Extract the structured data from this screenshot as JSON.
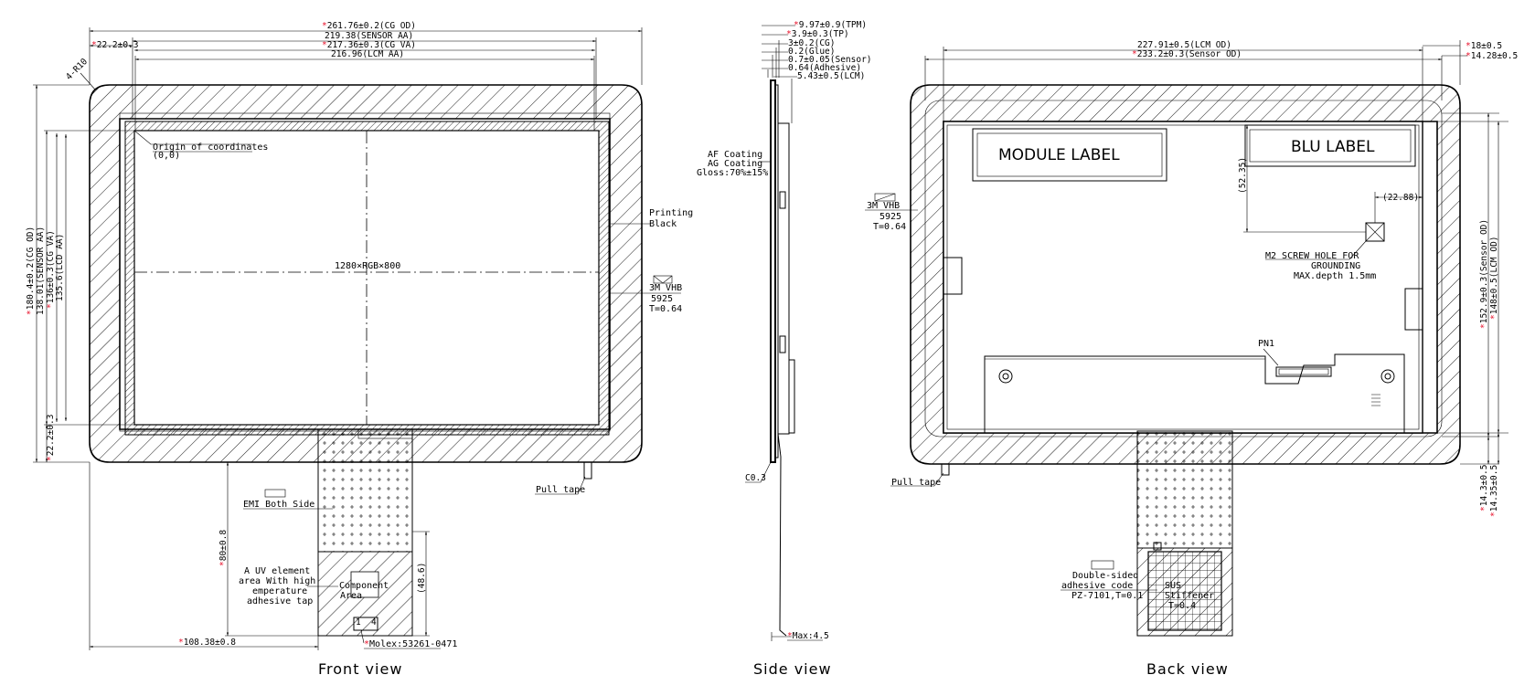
{
  "front_view": {
    "title": "Front view",
    "dimensions": {
      "cg_od_w": "261.76±0.2(CG OD)",
      "sensor_aa_w": "219.38(SENSOR AA)",
      "cg_va_w": "217.36±0.3(CG VA)",
      "lcm_aa_w": "216.96(LCM AA)",
      "left_border": "22.2±0.3",
      "corner": "4-R10",
      "cg_od_h": "180.4±0.2(CG OD)",
      "sensor_aa_h": "138.01(SENSOR AA)",
      "cg_va_h": "136±0.3(CG VA)",
      "lcd_aa_h": "135.6(LCD AA)",
      "bottom_border": "22.2±0.3",
      "fpc_len": "80±0.8",
      "fpc_pos": "108.38±0.8",
      "comp_h": "(48.6)"
    },
    "labels": {
      "origin": "Origin of coordinates",
      "origin_coord": "(0,0)",
      "resolution": "1280×RGB×800",
      "printing_line1": "Printing",
      "printing_line2": "Black",
      "tape_line1": "3M VHB",
      "tape_line2": "5925",
      "tape_line3": "T=0.64",
      "pull_tape": "Pull tape",
      "emi": "EMI Both Side",
      "uv_line1": "A UV element",
      "uv_line2": "area With high",
      "uv_line3": "emperature",
      "uv_line4": "adhesive tap",
      "component_line1": "Component",
      "component_line2": "Area",
      "connector": "Molex:53261-0471",
      "pin_1": "1",
      "pin_4": "4"
    }
  },
  "side_view": {
    "title": "Side view",
    "dimensions": {
      "tpm": "9.97±0.9(TPM)",
      "tp": "3.9±0.3(TP)",
      "cg": "3±0.2(CG)",
      "glue": "0.2(Glue)",
      "sensor": "0.7±0.05(Sensor)",
      "adhesive": "0.64(Adhesive)",
      "lcm": "5.43±0.5(LCM)",
      "c03": "C0.3",
      "max": "Max:4.5"
    },
    "labels": {
      "coating_line1": "AF Coating",
      "coating_line2": "AG Coating",
      "coating_line3": "Gloss:70%±15%"
    }
  },
  "back_view": {
    "title": "Back view",
    "dimensions": {
      "lcm_od_w": "227.91±0.5(LCM OD)",
      "sensor_od_w": "233.2±0.3(Sensor OD)",
      "right_18": "18±0.5",
      "right_1428": "14.28±0.5",
      "sensor_od_h": "152.9±0.3(Sensor OD)",
      "lcm_od_h": "148±0.5(LCM OD)",
      "bottom_143": "14.3±0.5",
      "bottom_1435": "14.35±0.5",
      "screw_y": "(52.35)",
      "screw_x": "(22.88)"
    },
    "labels": {
      "module_label": "MODULE LABEL",
      "blu_label": "BLU LABEL",
      "tape_line1": "3M VHB",
      "tape_line2": "5925",
      "tape_line3": "T=0.64",
      "screw_line1": "M2 SCREW HOLE FOR",
      "screw_line2": "GROUNDING",
      "screw_line3": "MAX.depth 1.5mm",
      "pn": "PN1",
      "pull_tape": "Pull tape",
      "ds_line1": "Double-sided",
      "ds_line2": "adhesive code",
      "ds_line3": "PZ-7101,T=0.1",
      "sus_line1": "SUS",
      "sus_line2": "Stiffener",
      "sus_line3": "T=0.4"
    }
  },
  "colors": {
    "star": "#e8102a",
    "line": "#000000",
    "background": "#ffffff"
  }
}
